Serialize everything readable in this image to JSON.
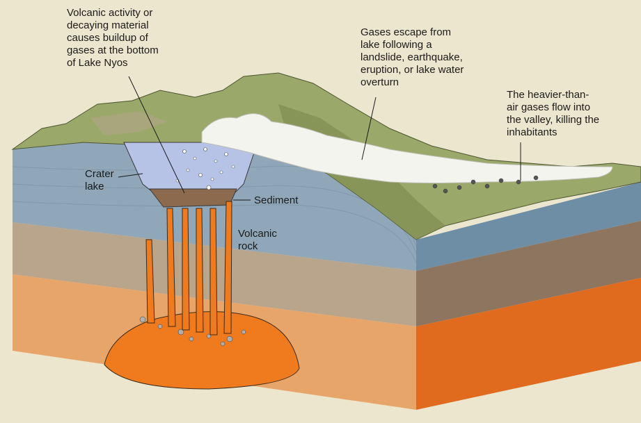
{
  "labels": {
    "volcanic": "Volcanic activity or\ndecaying material\ncauses buildup of\ngases at the bottom\nof Lake Nyos",
    "gases_escape": "Gases escape from\nlake following a\nlandslide, earthquake,\neruption, or lake water\noverturn",
    "heavier": "The heavier-than-\nair gases flow into\nthe valley, killing the\ninhabitants",
    "crater_lake": "Crater\nlake",
    "sediment": "Sediment",
    "volcanic_rock": "Volcanic\nrock"
  },
  "colors": {
    "background": "#ece6cf",
    "sky_layer": "#8fa7b8",
    "tan_layer": "#b9a48c",
    "orange_layer": "#e8a56a",
    "magma": "#f07a1e",
    "lake": "#b7c3e6",
    "sediment": "#8c6a4d",
    "hills": "#9aa86a",
    "gas_cloud": "#f4f4ef"
  }
}
